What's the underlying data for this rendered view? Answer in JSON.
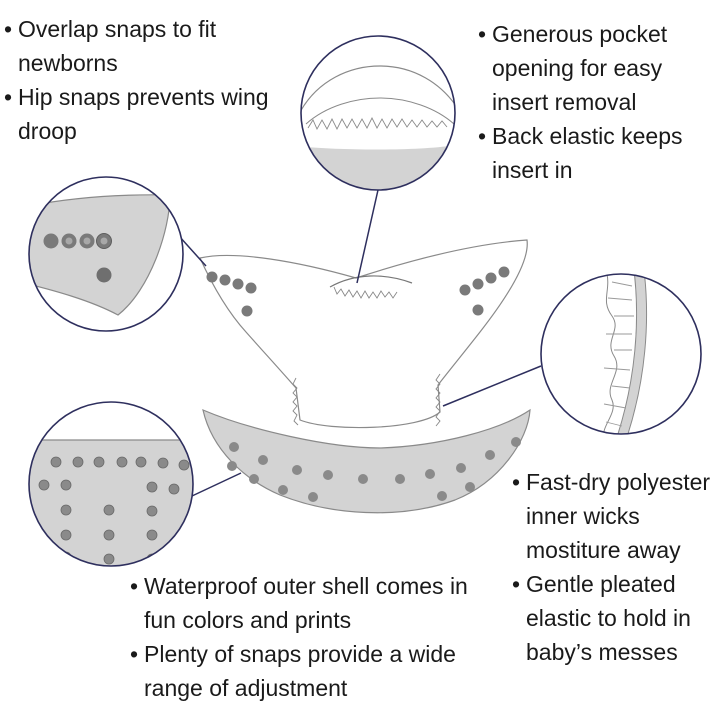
{
  "features": {
    "top_left": [
      "Overlap snaps to fit newborns",
      "Hip snaps prevents wing droop"
    ],
    "top_right": [
      "Generous pocket opening for easy insert removal",
      "Back elastic keeps insert in"
    ],
    "bottom_right": [
      "Fast-dry polyester inner wicks mostiture away",
      "Gentle pleated elastic to hold in baby’s messes"
    ],
    "bottom_left": [
      "Waterproof outer shell comes in fun colors and prints",
      "Plenty of snaps provide a wide range of adjustment"
    ]
  },
  "colors": {
    "outline": "#8a8a8a",
    "shell_fill": "#d3d3d3",
    "snap": "#7a7a7a",
    "snap_center": "#a8a8a8",
    "callout_ring": "#2e2f5e",
    "text": "#1a1a1a"
  }
}
